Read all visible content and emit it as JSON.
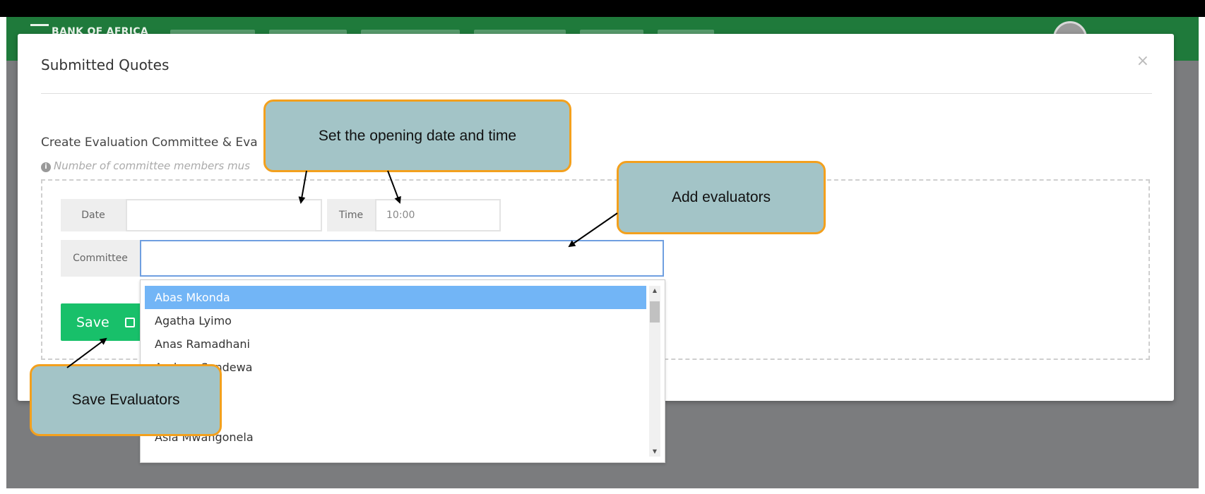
{
  "navbar": {
    "brand": "BANK OF AFRICA"
  },
  "modal": {
    "title": "Submitted Quotes",
    "close_label": "×",
    "section_heading": "Create Evaluation Committee & Eva",
    "info_text": "Number of committee members mus"
  },
  "form": {
    "date_label": "Date",
    "date_value": "",
    "time_label": "Time",
    "time_value": "10:00",
    "committee_label": "Committee",
    "committee_value": "",
    "save_label": "Save"
  },
  "committee_options": [
    "Abas Mkonda",
    "Agatha Lyimo",
    "Anas Ramadhani",
    "Andrew Sandewa",
    "",
    "",
    "Asia Mwangonela",
    ""
  ],
  "callouts": {
    "opening": "Set the opening date and time",
    "evaluators": "Add evaluators",
    "save": "Save Evaluators"
  },
  "colors": {
    "navbar": "#1f7a3b",
    "save_button": "#18c06a",
    "selected_option": "#72b5f6",
    "callout_fill": "#a3c4c7",
    "callout_border": "#f3a01d"
  }
}
